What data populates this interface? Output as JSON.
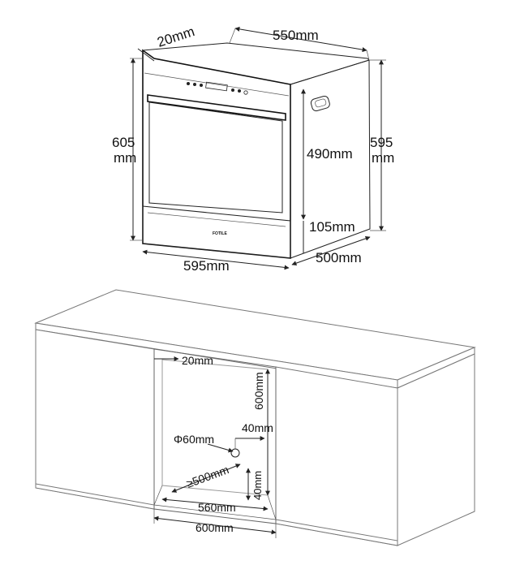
{
  "appliance": {
    "brand_logo": "FOTILE",
    "dimensions": {
      "depth_gap": "20mm",
      "top_width": "550mm",
      "left_height_value": "605",
      "left_height_unit": "mm",
      "right_height_value": "595",
      "right_height_unit": "mm",
      "door_height": "490mm",
      "plinth_height": "105mm",
      "depth": "500mm",
      "bottom_width": "595mm"
    }
  },
  "cabinet": {
    "dimensions": {
      "side_gap": "20mm",
      "niche_height": "600mm",
      "hole_offset": "40mm",
      "hole_diameter": "Φ60mm",
      "niche_depth": "≥500mm",
      "floor_height": "40mm",
      "inner_width": "560mm",
      "outer_width": "600mm"
    }
  }
}
